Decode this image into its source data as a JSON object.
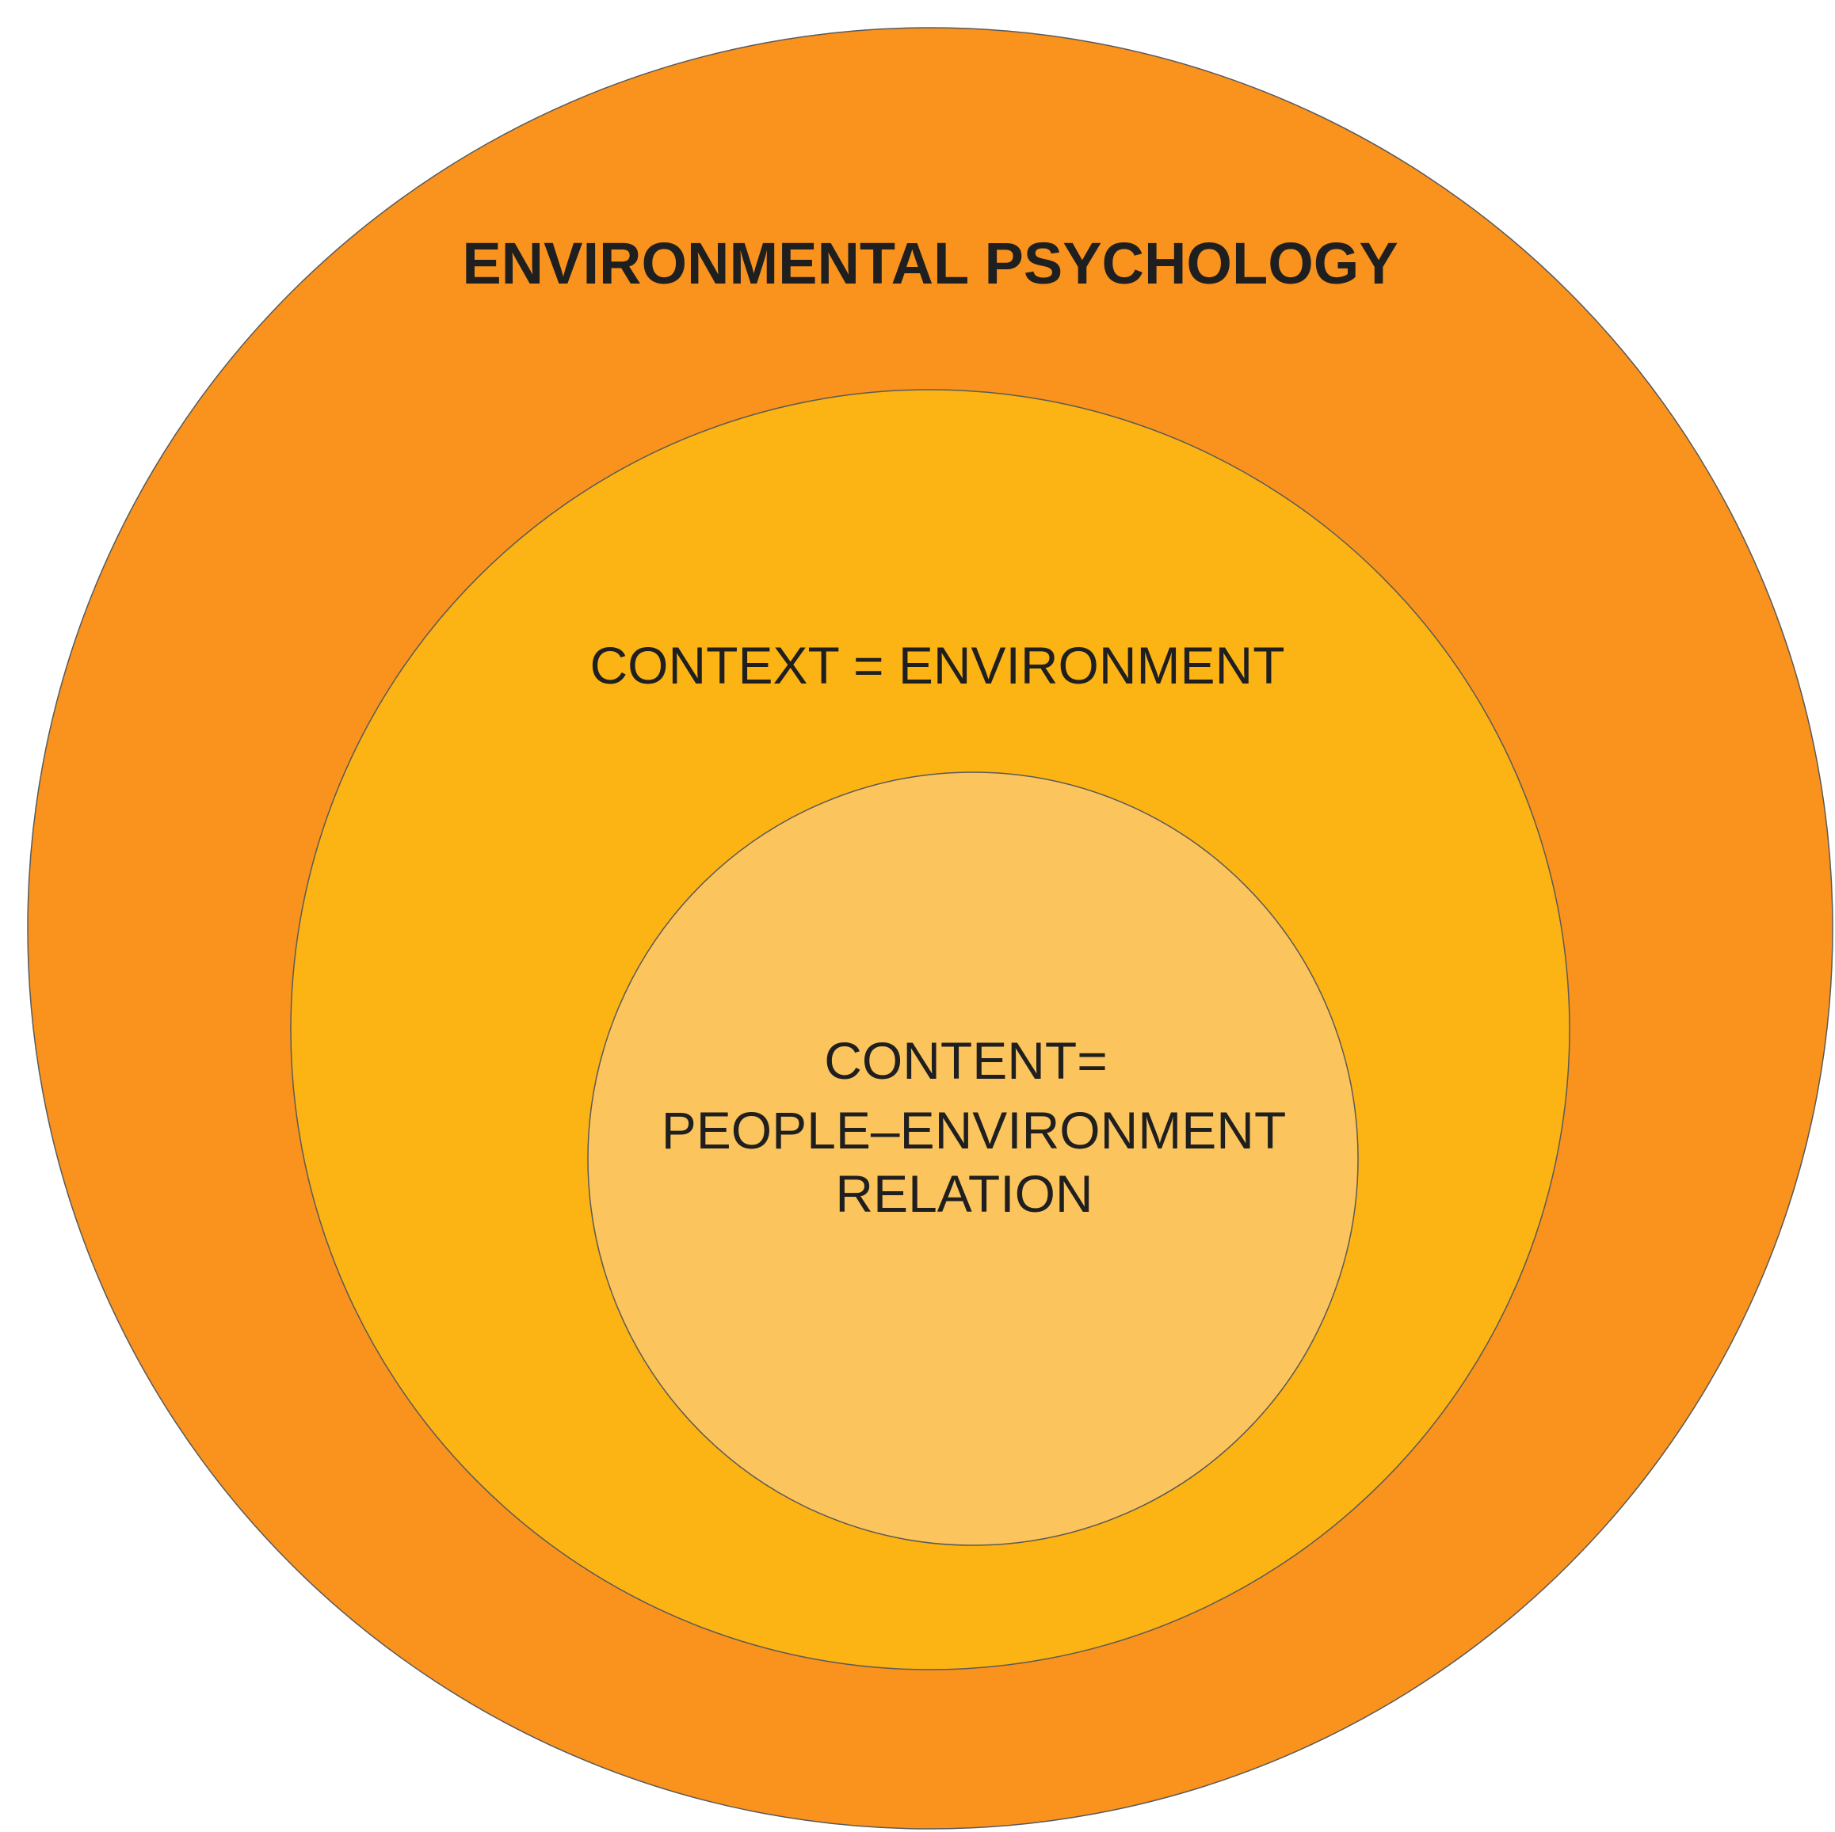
{
  "diagram": {
    "outer": {
      "label": "ENVIRONMENTAL PSYCHOLOGY",
      "color": "#F9931D"
    },
    "middle": {
      "label": "CONTEXT = ENVIRONMENT",
      "color": "#FCB314"
    },
    "inner": {
      "lines": [
        "CONTENT=",
        "PEOPLE–ENVIRONMENT",
        "RELATION"
      ],
      "color": "#FCC45C"
    },
    "stroke_color": "#5a5a5a"
  }
}
